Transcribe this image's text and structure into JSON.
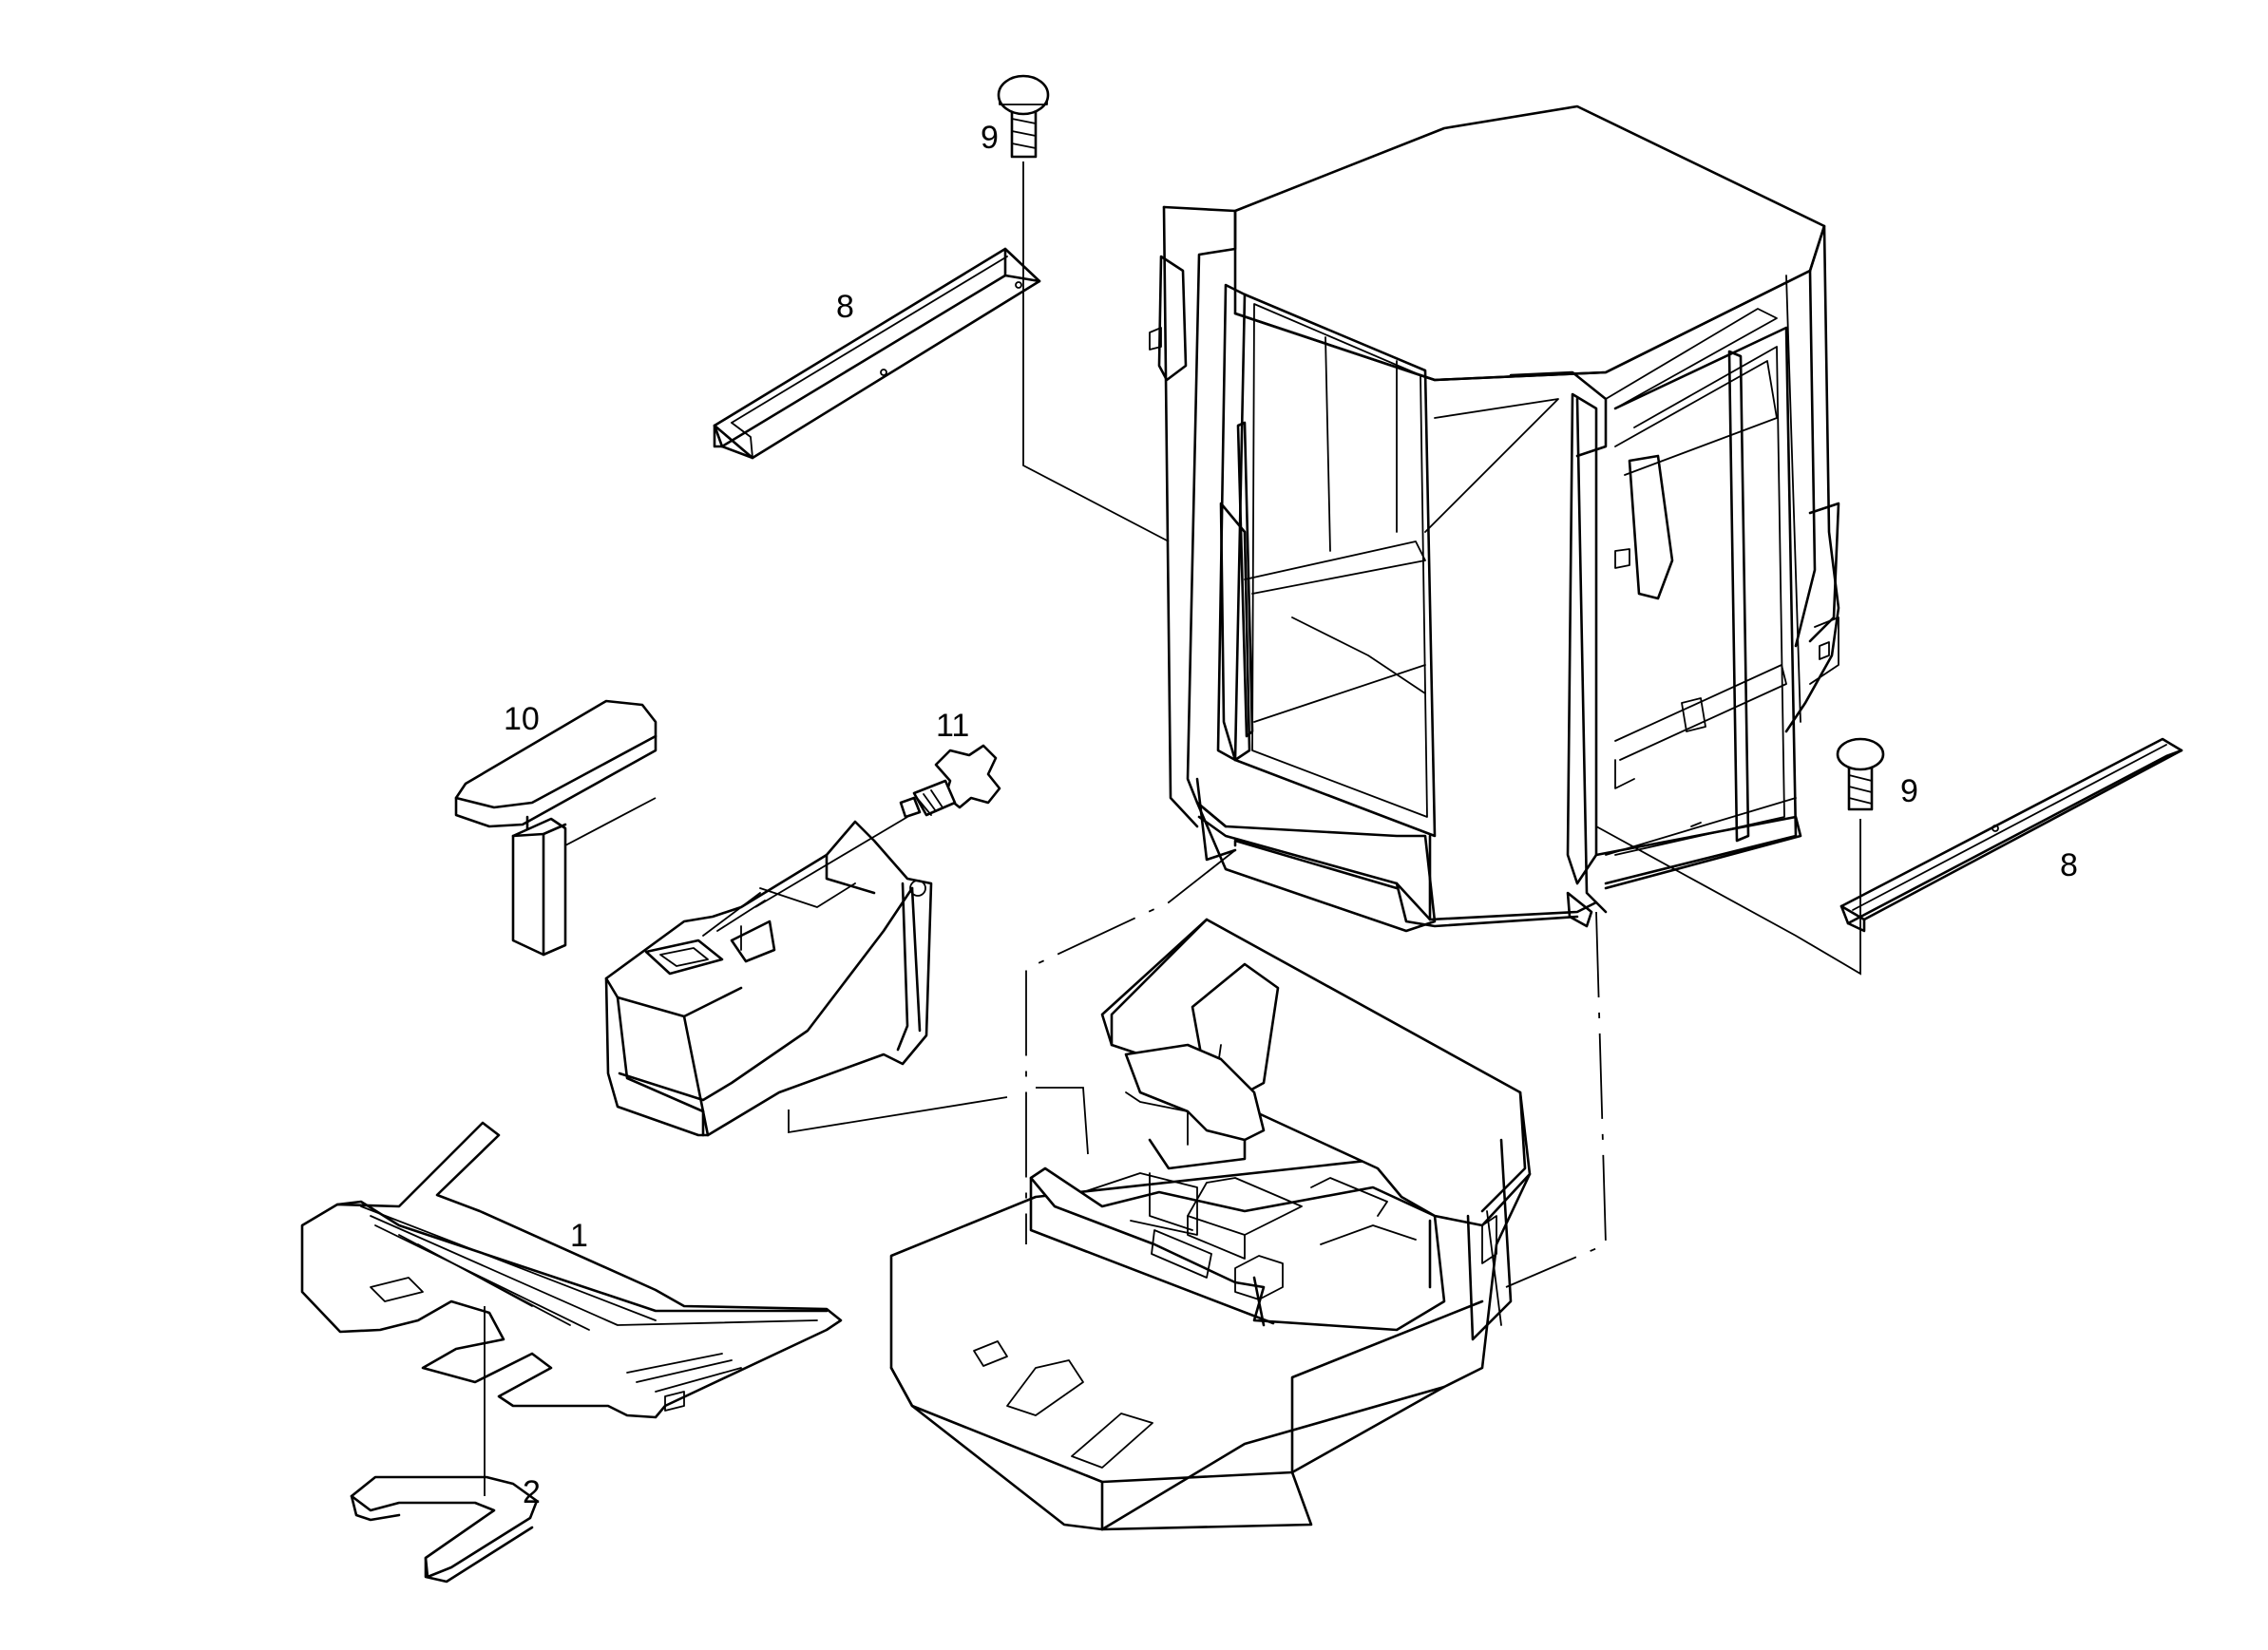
{
  "callouts": {
    "floor_mat": "1",
    "pedal_mat": "2",
    "rail_left": "8",
    "rail_right": "8",
    "screw_left": "9",
    "screw_right": "9",
    "armrest": "10",
    "knob": "11"
  }
}
